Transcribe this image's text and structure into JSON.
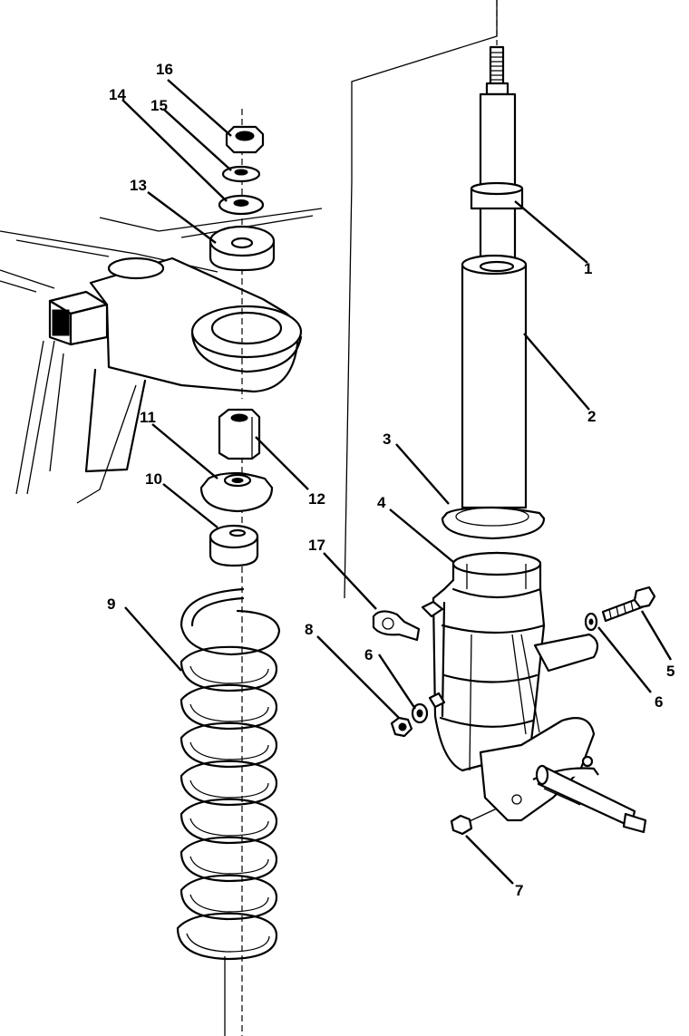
{
  "diagram": {
    "callouts": [
      {
        "id": "c1",
        "label": "1"
      },
      {
        "id": "c2",
        "label": "2"
      },
      {
        "id": "c3",
        "label": "3"
      },
      {
        "id": "c4",
        "label": "4"
      },
      {
        "id": "c5",
        "label": "5"
      },
      {
        "id": "c6a",
        "label": "6"
      },
      {
        "id": "c6b",
        "label": "6"
      },
      {
        "id": "c7",
        "label": "7"
      },
      {
        "id": "c8",
        "label": "8"
      },
      {
        "id": "c9",
        "label": "9"
      },
      {
        "id": "c10",
        "label": "10"
      },
      {
        "id": "c11",
        "label": "11"
      },
      {
        "id": "c12",
        "label": "12"
      },
      {
        "id": "c13",
        "label": "13"
      },
      {
        "id": "c14",
        "label": "14"
      },
      {
        "id": "c15",
        "label": "15"
      },
      {
        "id": "c16",
        "label": "16"
      },
      {
        "id": "c17",
        "label": "17"
      }
    ]
  }
}
